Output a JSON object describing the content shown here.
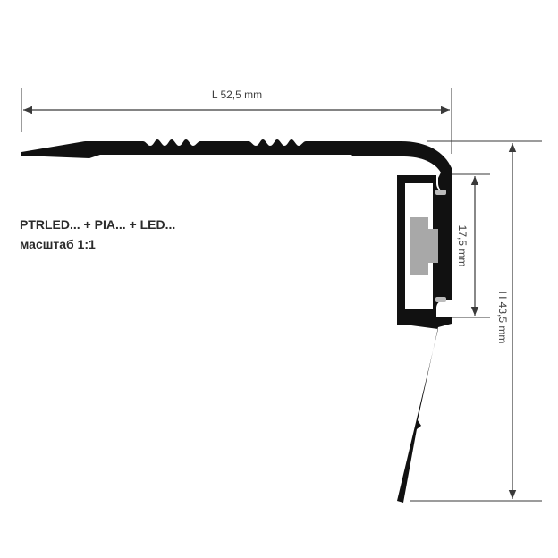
{
  "dimensions": {
    "length": "L 52,5 mm",
    "height": "H 43,5 mm",
    "led_channel": "17,5 mm"
  },
  "caption": {
    "product": "PTRLED... + PIA... + LED...",
    "scale": "масштаб 1:1"
  },
  "colors": {
    "profile": "#111111",
    "led_insert": "#a8a8a8",
    "diffuser": "#bcbcbc",
    "dimension_lines": "#3a3a3a"
  }
}
